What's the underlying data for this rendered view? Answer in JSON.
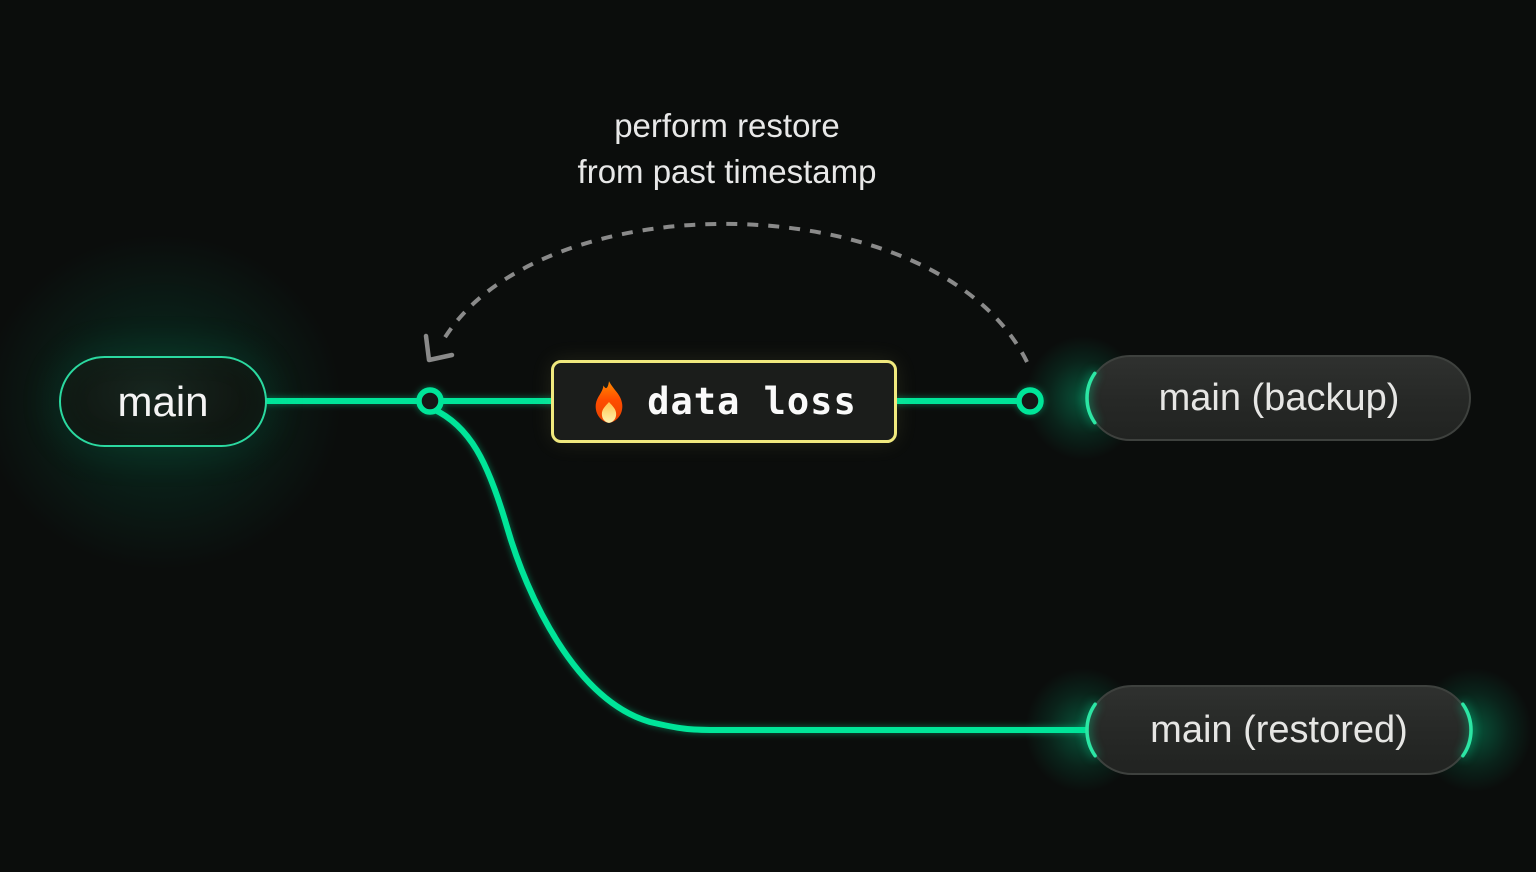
{
  "title": {
    "line1": "perform restore",
    "line2": "from past timestamp"
  },
  "nodes": {
    "main": {
      "label": "main"
    },
    "backup": {
      "label": "main (backup)"
    },
    "restored": {
      "label": "main (restored)"
    }
  },
  "event": {
    "label": "data loss",
    "icon": "fire-icon"
  },
  "colors": {
    "background": "#0b0d0c",
    "accent_green": "#00e599",
    "warning_yellow": "#f0e97e",
    "arc_gray": "#8a8a8a",
    "text_light": "#e8e8e8"
  }
}
